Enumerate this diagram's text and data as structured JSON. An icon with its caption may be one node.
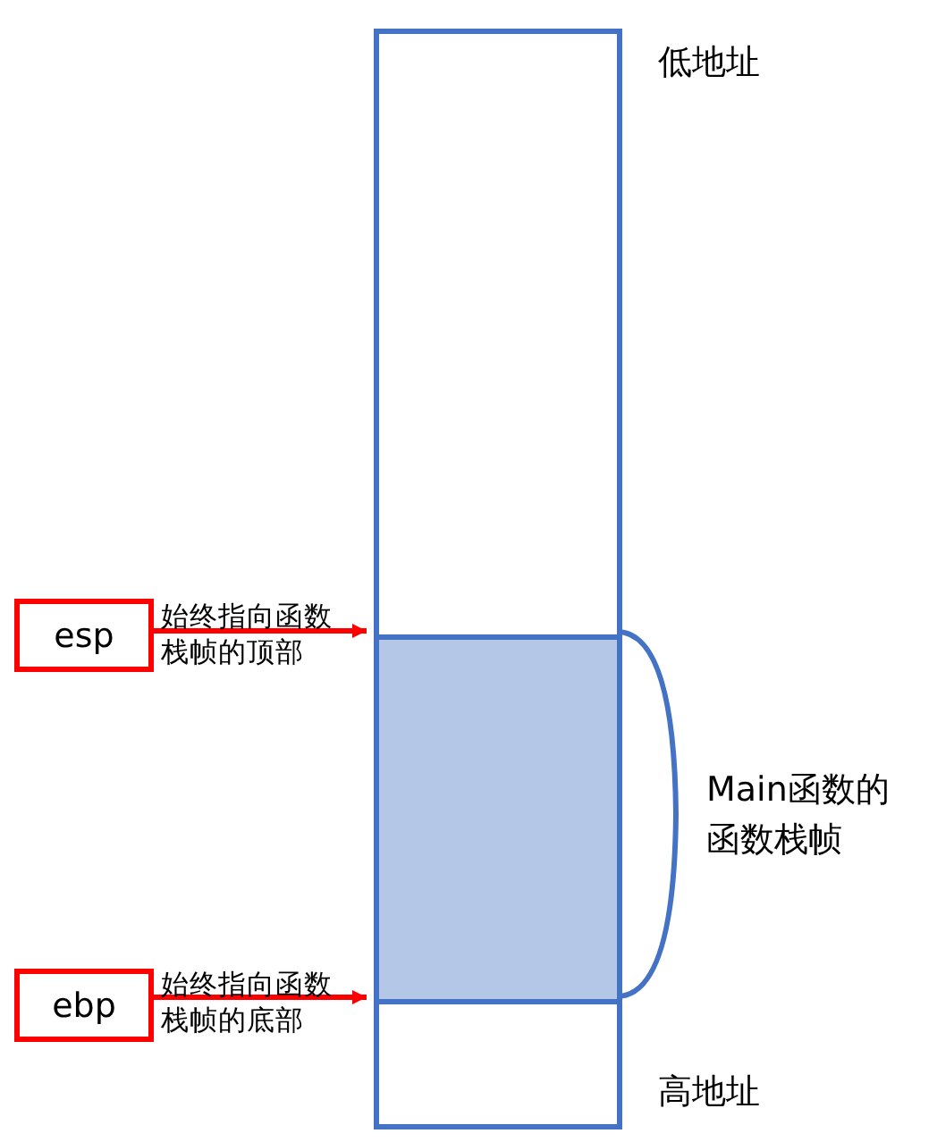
{
  "diagram": {
    "nodes": [
      {
        "text": [],
        "shape": "box"
      },
      {
        "text": [],
        "shape": "box",
        "in": 0,
        "beside": [
          "Main函数的函数栈帧"
        ]
      },
      {
        "text": [
          "esp"
        ]
      },
      {
        "text": [
          "ebp"
        ]
      }
    ],
    "edges": [
      {
        "from": 2,
        "to": 1,
        "arrow": "to",
        "label": "始终指向函数栈帧的顶部",
        "color": "#ff0000"
      },
      {
        "from": 3,
        "to": 1,
        "arrow": "to",
        "label": "始终指向函数栈帧的底部",
        "color": "#ff0000"
      }
    ],
    "labels": [
      "低地址",
      "高地址"
    ]
  }
}
